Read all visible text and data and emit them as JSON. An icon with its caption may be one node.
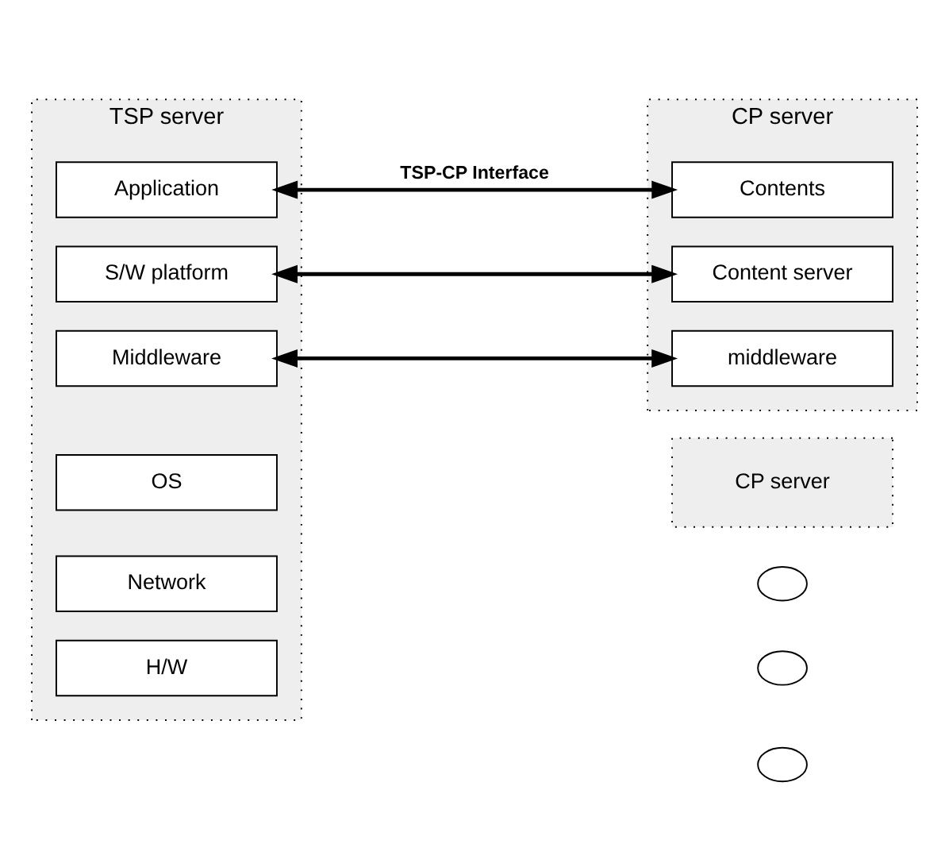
{
  "diagram": {
    "nodes": [
      {
        "text": [
          "TSP server"
        ]
      },
      {
        "text": [
          "Application"
        ],
        "in": 0
      },
      {
        "text": [
          "S/W platform"
        ],
        "in": 0
      },
      {
        "text": [
          "Middleware"
        ],
        "in": 0
      },
      {
        "text": [
          "OS"
        ],
        "in": 0
      },
      {
        "text": [
          "Network"
        ],
        "in": 0
      },
      {
        "text": [
          "H/W"
        ],
        "in": 0
      },
      {
        "text": [
          "CP server"
        ]
      },
      {
        "text": [
          "Contents"
        ],
        "in": 7
      },
      {
        "text": [
          "Content server"
        ],
        "in": 7
      },
      {
        "text": [
          "middleware"
        ],
        "in": 7
      },
      {
        "text": [
          "CP server"
        ]
      },
      {
        "text": [],
        "shape": "ellipse"
      },
      {
        "text": [],
        "shape": "ellipse"
      },
      {
        "text": [],
        "shape": "ellipse"
      }
    ],
    "edges": [
      {
        "from": 1,
        "to": 8,
        "arrow": "both",
        "label": "TSP-CP Interface"
      },
      {
        "from": 2,
        "to": 9,
        "arrow": "both"
      },
      {
        "from": 3,
        "to": 10,
        "arrow": "both"
      }
    ]
  }
}
